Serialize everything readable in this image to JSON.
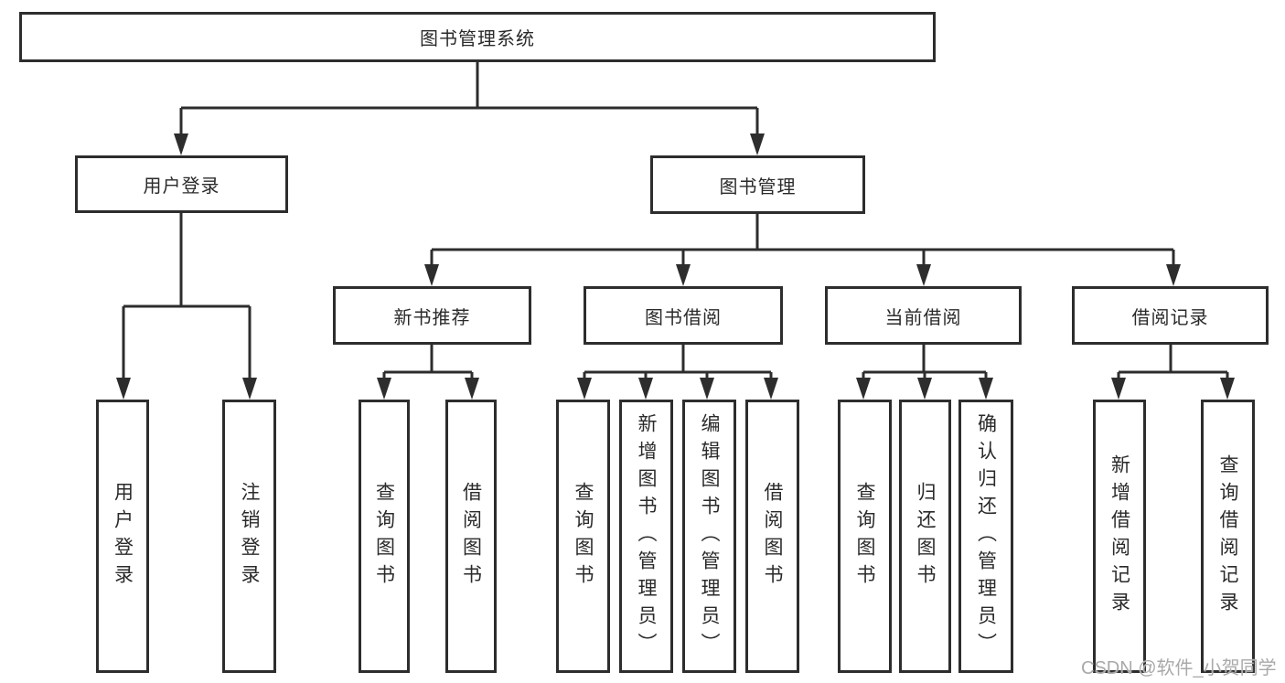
{
  "diagram": {
    "title_node": {
      "label": "图书管理系统"
    },
    "level2": {
      "user_login": {
        "label": "用户登录"
      },
      "book_management": {
        "label": "图书管理"
      }
    },
    "level3": {
      "new_book_recommend": {
        "label": "新书推荐"
      },
      "book_borrowing": {
        "label": "图书借阅"
      },
      "current_borrowing": {
        "label": "当前借阅"
      },
      "borrowing_records": {
        "label": "借阅记录"
      }
    },
    "leaves": {
      "user_login": {
        "label": "用户登录"
      },
      "logout": {
        "label": "注销登录"
      },
      "nb_query_books": {
        "label": "查询图书"
      },
      "nb_borrow_books": {
        "label": "借阅图书"
      },
      "bb_query_books": {
        "label": "查询图书"
      },
      "bb_add_books_admin": {
        "label": "新增图书（管理员）"
      },
      "bb_edit_books_admin": {
        "label": "编辑图书（管理员）"
      },
      "bb_borrow_books": {
        "label": "借阅图书"
      },
      "cb_query_books": {
        "label": "查询图书"
      },
      "cb_return_books": {
        "label": "归还图书"
      },
      "cb_confirm_return_admin": {
        "label": "确认归还（管理员）"
      },
      "br_add_record": {
        "label": "新增借阅记录"
      },
      "br_query_record": {
        "label": "查询借阅记录"
      }
    }
  },
  "watermark": {
    "text": "CSDN @软件_小贺同学"
  },
  "colors": {
    "line": "#2d2d2d",
    "text": "#2a2a2a",
    "box_fill": "#ffffff",
    "watermark": "#a9a9a9",
    "background": "#ffffff"
  }
}
